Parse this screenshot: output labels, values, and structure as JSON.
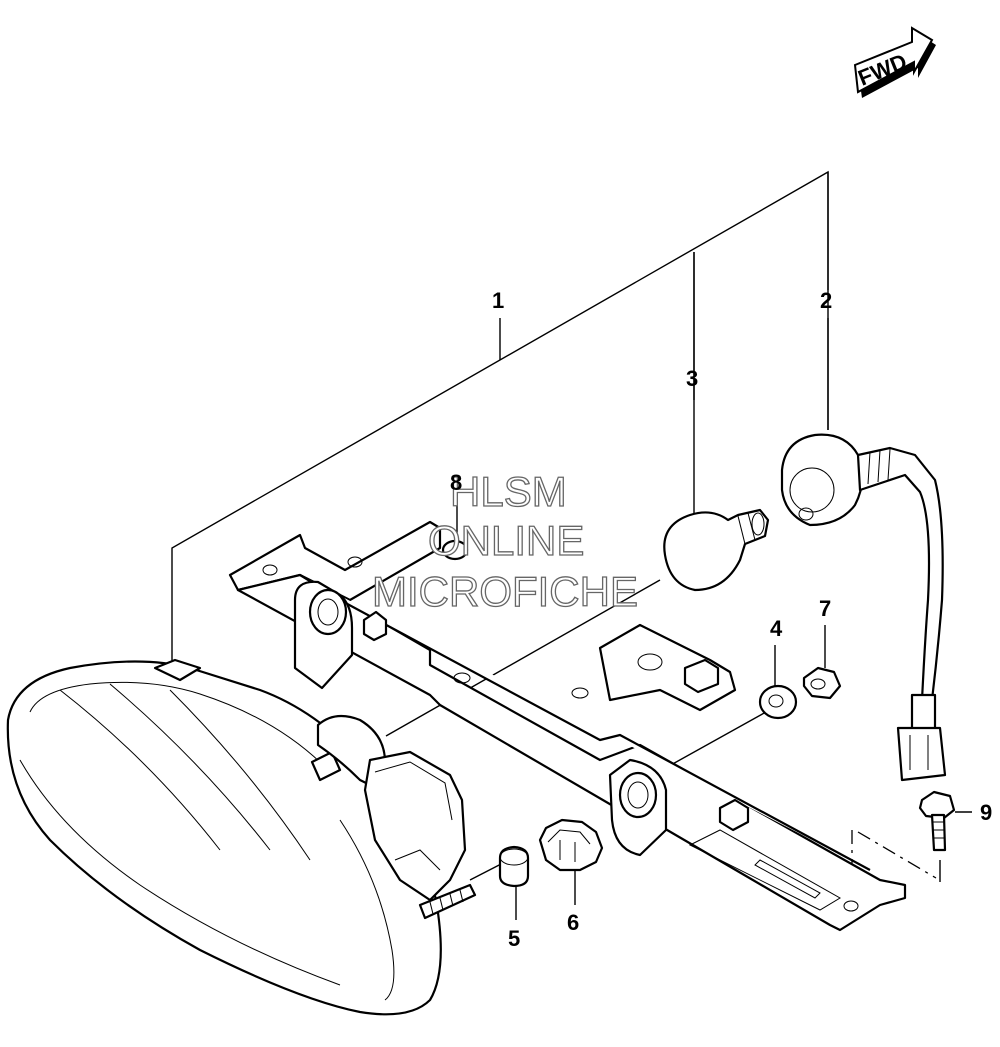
{
  "fwd_label": "FWD",
  "watermark": {
    "line1": "HLSM",
    "line2": "ONLINE",
    "line3": "MICROFICHE"
  },
  "callouts": {
    "c1": "1",
    "c2": "2",
    "c3": "3",
    "c4": "4",
    "c5": "5",
    "c6": "6",
    "c7": "7",
    "c8": "8",
    "c9": "9"
  }
}
